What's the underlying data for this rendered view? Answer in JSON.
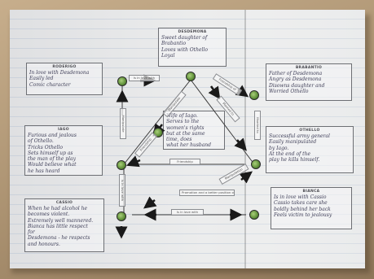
{
  "boxes": {
    "desdemona": {
      "title": "DESDEMONA",
      "lines": [
        "Sweet daughter of",
        "Brabantio",
        "Loves with Othello",
        "Loyal"
      ]
    },
    "roderigo": {
      "title": "RODERIGO",
      "lines": [
        "In love with Desdemona",
        "Easily led",
        "Comic character"
      ]
    },
    "brabantio": {
      "title": "BRABANTIO",
      "lines": [
        "Father of Desdemona",
        "Angry as Desdemona",
        "Disowns daughter and",
        "Worried Othello"
      ]
    },
    "iago": {
      "title": "IAGO",
      "lines": [
        "Furious and jealous",
        "of Othello.",
        "Tricks Othello",
        "Sets himself up as",
        "the man of the play",
        "Would believe what",
        "he has heard"
      ]
    },
    "othello": {
      "title": "OTHELLO",
      "lines": [
        "Successful army general",
        "Easily manipulated",
        "by Iago.",
        "At the end of the",
        "play he kills himself."
      ]
    },
    "emilia": {
      "title": "",
      "lines": [
        "Wife of Iago.",
        "Serves to the",
        "women's rights",
        "but at the same",
        "time, does",
        "what her husband says"
      ]
    },
    "cassio": {
      "title": "CASSIO",
      "lines": [
        "When he had alcohol he",
        "becomes violent.",
        "Extremely well mannered.",
        "Bianca has little respect",
        "for",
        "Desdemona - he respects",
        "and honours."
      ]
    },
    "bianca": {
      "title": "BIANCA",
      "lines": [
        "Is in love with Cassio",
        "Cassio takes care she",
        "boldly behind her back",
        "Feels victim to jealousy"
      ]
    }
  },
  "relations": {
    "r1": "Is in love with",
    "r2": "Friendship of",
    "r3": "Manipulate",
    "r4": "Married to",
    "r5": "Manipulate",
    "r6": "Friendship",
    "r7": "Is in love with",
    "r8": "Promotion and a better position of",
    "r9": "Is in love with",
    "r10": "Married to",
    "r11": "Friendship",
    "r12": "Manipulation"
  },
  "colors": {
    "paper": "#eceded",
    "ink": "#3f3f58",
    "arrow": "#1a1a1a",
    "head": "#5e8f38"
  }
}
